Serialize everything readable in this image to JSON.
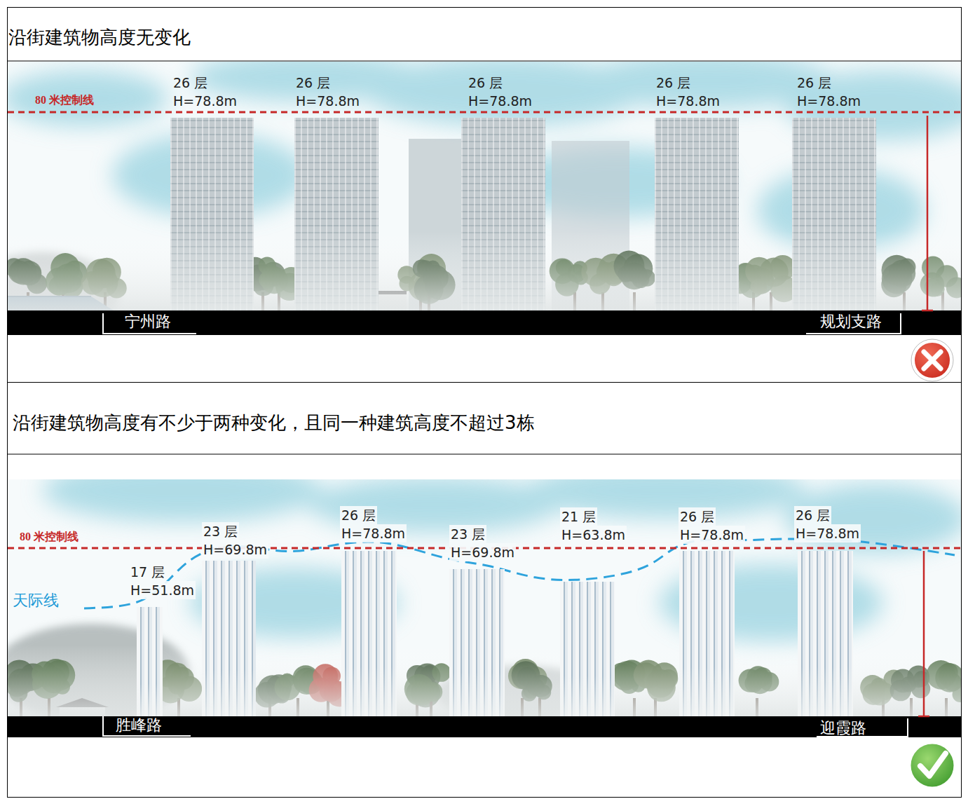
{
  "diagram": {
    "nodes": [
      {
        "text": [
          "沿街建筑物高度无变化"
        ]
      },
      {
        "text": [
          "26 层",
          "H=78.8m"
        ],
        "in": 0
      },
      {
        "text": [
          "26 层",
          "H=78.8m"
        ],
        "in": 0
      },
      {
        "text": [
          "26 层",
          "H=78.8m"
        ],
        "in": 0
      },
      {
        "text": [
          "26 层",
          "H=78.8m"
        ],
        "in": 0
      },
      {
        "text": [
          "26 层",
          "H=78.8m"
        ],
        "in": 0
      },
      {
        "text": [
          "沿街建筑物高度有不少于两种变化，且同一种建筑高度不超过3栋"
        ]
      },
      {
        "text": [
          "17 层",
          "H=51.8m"
        ],
        "in": 6
      },
      {
        "text": [
          "23 层",
          "H=69.8m"
        ],
        "in": 6
      },
      {
        "text": [
          "26 层",
          "H=78.8m"
        ],
        "in": 6
      },
      {
        "text": [
          "23 层",
          "H=69.8m"
        ],
        "in": 6
      },
      {
        "text": [
          "21 层",
          "H=63.8m"
        ],
        "in": 6
      },
      {
        "text": [
          "26 层",
          "H=78.8m"
        ],
        "in": 6
      },
      {
        "text": [
          "26 层",
          "H=78.8m"
        ],
        "in": 6
      }
    ],
    "labels": [
      "80 米控制线",
      "宁州路",
      "规划支路",
      "80 米控制线",
      "天际线",
      "胜峰路",
      "迎霞路"
    ]
  }
}
